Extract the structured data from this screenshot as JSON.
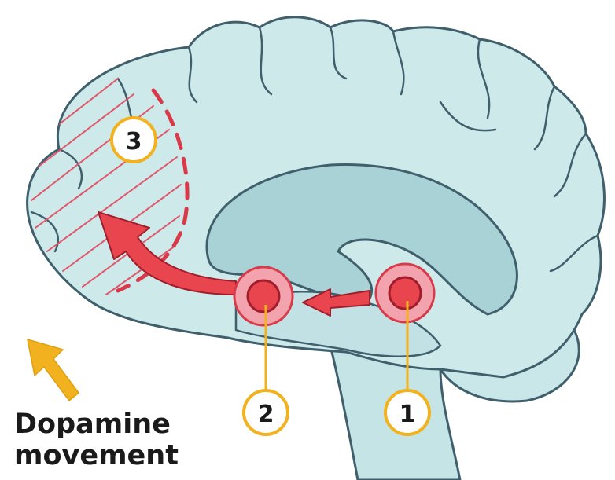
{
  "markers": [
    {
      "id": "1",
      "label": "1"
    },
    {
      "id": "2",
      "label": "2"
    },
    {
      "id": "3",
      "label": "3"
    }
  ],
  "caption": {
    "line1": "Dopamine",
    "line2": "movement"
  },
  "colors": {
    "brain_fill": "#cde9e9",
    "brain_shadow": "#a9d2d6",
    "outline": "#3f5f6c",
    "pathway_red": "#d93a4a",
    "region_pink": "#f3a3ad",
    "marker_yellow": "#f2b21f",
    "direction_arrow": "#f2b21f"
  },
  "icons": [
    "dopamine-direction-arrow-icon"
  ]
}
